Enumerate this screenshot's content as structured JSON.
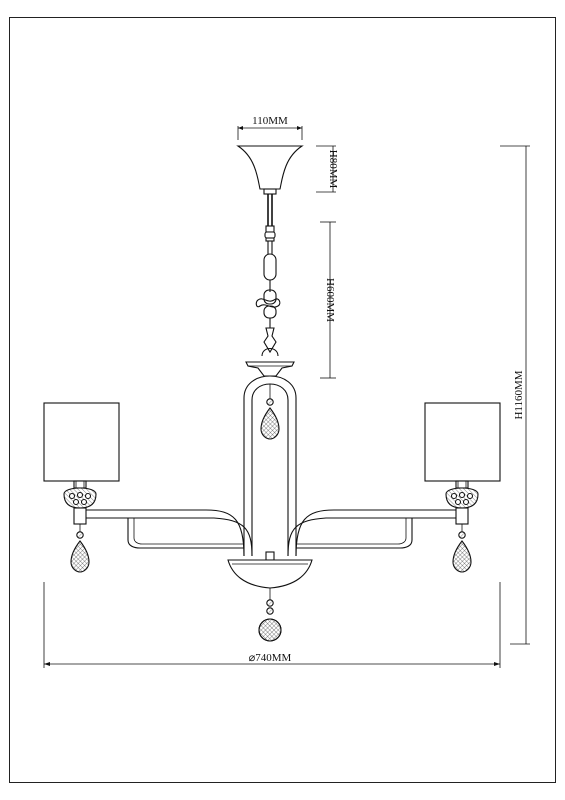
{
  "drawing": {
    "dimensions": {
      "canopy_width": "110MM",
      "canopy_height": "H80MM",
      "chain_length": "H600MM",
      "total_height": "H1160MM",
      "diameter": "⌀740MM"
    }
  }
}
